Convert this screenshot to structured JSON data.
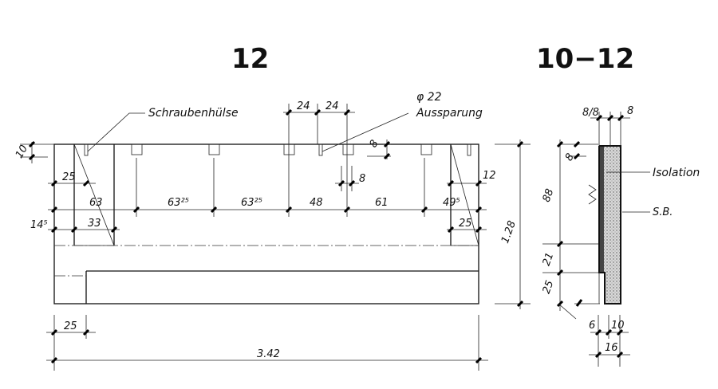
{
  "titles": {
    "left": "12",
    "right": "10−12"
  },
  "labels": {
    "sleeve": "Schraubenhülse",
    "diameter": "φ 22",
    "recess": "Aussparung",
    "insulation": "Isolation",
    "sb": "S.B."
  },
  "dims_front": {
    "top_offset": "10",
    "notch_w1": "24",
    "notch_w2": "24",
    "notch_depth": "8",
    "sleeve_gap": "8",
    "right_edge": "12",
    "left_col": "25",
    "span_1": "63",
    "span_2": "63²⁵",
    "span_3": "63²⁵",
    "span_4": "48",
    "span_5": "61",
    "span_6": "49⁵",
    "left_low": "14⁵",
    "left_col_low": "33",
    "right_col": "25",
    "bottom_left": "25",
    "total_length": "3.42"
  },
  "dims_section": {
    "height": "1.28",
    "top_88": "8/8",
    "top_8": "8",
    "top_notch": "8",
    "upper": "88",
    "mid": "21",
    "lower": "25",
    "bottom_6": "6",
    "bottom_10": "10",
    "bottom_total": "16"
  }
}
